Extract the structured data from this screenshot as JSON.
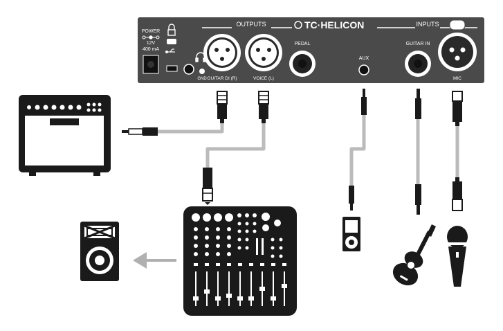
{
  "device": {
    "brand": "TC·HELICON",
    "section_outputs": "OUTPUTS",
    "section_inputs": "INPUTS",
    "power_label": "POWER",
    "power_voltage": "12V",
    "power_current": "400 mA",
    "gnd_label": "GND",
    "guitar_di_label": "GUITAR DI (R)",
    "voice_label": "VOICE (L)",
    "pedal_label": "PEDAL",
    "aux_label": "AUX",
    "guitar_in_label": "GUITAR IN",
    "mic_label": "MIC"
  },
  "colors": {
    "device_panel": "#4a4a4a",
    "cable": "#b8b8b8",
    "equipment": "#1a1a1a",
    "arrow": "#b0b0b0"
  }
}
